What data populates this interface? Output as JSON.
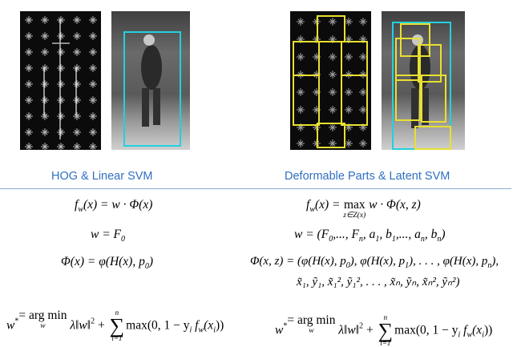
{
  "left_title": "HOG & Linear SVM",
  "right_title": "Deformable Parts & Latent SVM",
  "colors": {
    "heading": "#2f6fc0",
    "root_box": "#22d0e0",
    "part_box": "#e8e030"
  },
  "left_eq": {
    "score": {
      "f": "f",
      "sub": "w",
      "rest": "(x) = w · Φ(x)"
    },
    "weights": {
      "lhs": "w = F",
      "sub": "0"
    },
    "feature": {
      "lhs": "Φ(x) = φ(H(x), p",
      "sub": "0",
      "close": ")"
    },
    "objective": {
      "lhs": "w",
      "star": "*",
      "eq": " = arg min ",
      "under": "w",
      "lam": " λ‖w‖",
      "sq": "2",
      "plus": " + ",
      "sum_top": "n",
      "sum_bot": "i=1",
      "rest": "max(0, 1 − y",
      "yi": "i",
      "f": " f",
      "fw": "w",
      "x": "(x",
      "xi": "i",
      "end": "))"
    }
  },
  "right_eq": {
    "score": {
      "f": "f",
      "sub": "w",
      "eq": "(x) = ",
      "max": "max",
      "under": "z∈Z(x)",
      "rest": " w · Φ(x, z)"
    },
    "weights": {
      "text": "w = (F",
      "s0": "0",
      "t1": ",..., F",
      "sn": "n",
      "t2": ", a",
      "s1": "1",
      "t3": ", b",
      "s2": "1",
      "t4": ",..., a",
      "s3": "n",
      "t5": ", b",
      "s4": "n",
      "t6": ")"
    },
    "feature": {
      "text": "Φ(x, z) = (φ(H(x), p",
      "s0": "0",
      "t1": "), φ(H(x), p",
      "s1": "1",
      "t2": "), . . . , φ(H(x), p",
      "sn": "n",
      "t3": "),",
      "line2": "x̃₁, ỹ₁, x̃₁², ỹ₁², . . . , x̃ₙ, ỹₙ, x̃ₙ², ỹₙ²)"
    },
    "objective": {
      "lhs": "w",
      "star": "*",
      "eq": " = arg min ",
      "under": "w",
      "lam": " λ‖w‖",
      "sq": "2",
      "plus": " + ",
      "sum_top": "n",
      "sum_bot": "i=1",
      "rest": "max(0, 1 − y",
      "yi": "i",
      "f": " f",
      "fw": "w",
      "x": "(x",
      "xi": "i",
      "end": "))"
    }
  }
}
